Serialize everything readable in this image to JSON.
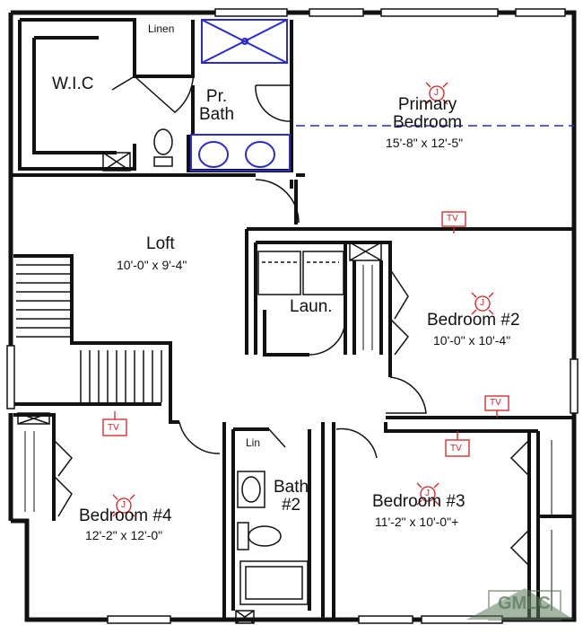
{
  "rooms": {
    "wic": "W.I.C",
    "linen": "Linen",
    "pr_bath": "Pr.\nBath",
    "primary": {
      "name": "Primary\nBedroom",
      "dims": "15'-8\" x 12'-5\""
    },
    "loft": {
      "name": "Loft",
      "dims": "10'-0\" x 9'-4\""
    },
    "laundry": "Laun.",
    "bed2": {
      "name": "Bedroom #2",
      "dims": "10'-0\" x 10'-4\""
    },
    "bed3": {
      "name": "Bedroom #3",
      "dims": "11'-2\" x 10'-0\"+"
    },
    "bed4": {
      "name": "Bedroom #4",
      "dims": "12'-2\" x 12'-0\""
    },
    "bath2": "Bath\n#2",
    "lin": "Lin"
  },
  "symbols": {
    "tv": "TV",
    "junction": "J"
  },
  "watermark": {
    "text": "GMLC"
  },
  "colors": {
    "wall": "#111111",
    "fixture_blue": "#2a2ad0",
    "electric_red": "#d42020",
    "watermark_green": "#5a7a5a"
  }
}
